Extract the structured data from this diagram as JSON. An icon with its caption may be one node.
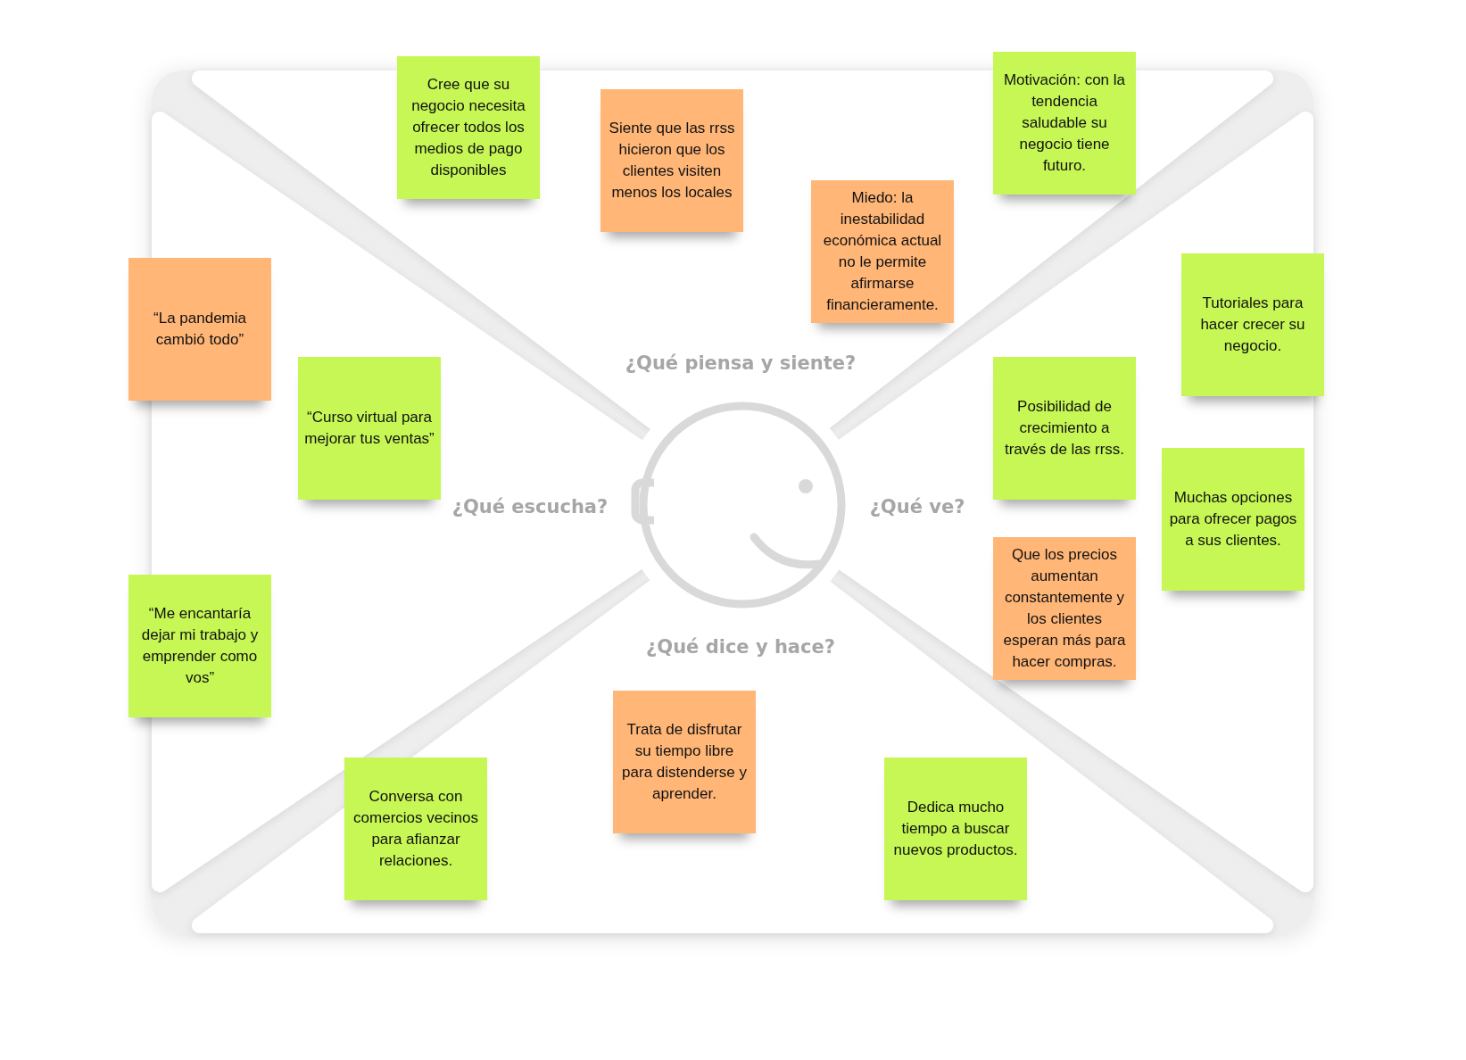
{
  "diagram": {
    "nodes": [
      {
        "text": [
          "Cree que su negocio necesita ofrecer todos los medios de pago disponibles"
        ]
      },
      {
        "text": [
          "Siente que las rrss hicieron que los clientes visiten menos los locales"
        ]
      },
      {
        "text": [
          "Motivación: con la tendencia saludable su negocio tiene futuro."
        ]
      },
      {
        "text": [
          "Miedo: la inestabilidad económica actual no le permite afirmarse financieramente."
        ]
      },
      {
        "text": [
          "“La pandemia cambió todo”"
        ]
      },
      {
        "text": [
          "Tutoriales para hacer crecer su negocio."
        ]
      },
      {
        "text": [
          "“Curso virtual para mejorar tus ventas”"
        ]
      },
      {
        "text": [
          "Posibilidad de crecimiento a través de las rrss."
        ]
      },
      {
        "text": [
          "Muchas opciones para ofrecer pagos a sus clientes."
        ]
      },
      {
        "text": [
          "Que los precios aumentan constantemente y los clientes esperan más para hacer compras."
        ]
      },
      {
        "text": [
          "“Me encantaría dejar mi trabajo y emprender como vos”"
        ]
      },
      {
        "text": [
          "Trata de disfrutar su tiempo libre para distenderse y aprender."
        ]
      },
      {
        "text": [
          "Conversa con comercios vecinos para afianzar relaciones."
        ]
      },
      {
        "text": [
          "Dedica mucho tiempo a buscar nuevos productos."
        ]
      }
    ],
    "labels": [
      "¿Qué piensa y siente?",
      "¿Qué escucha?",
      "¿Qué ve?",
      "¿Qué dice y hace?"
    ]
  }
}
